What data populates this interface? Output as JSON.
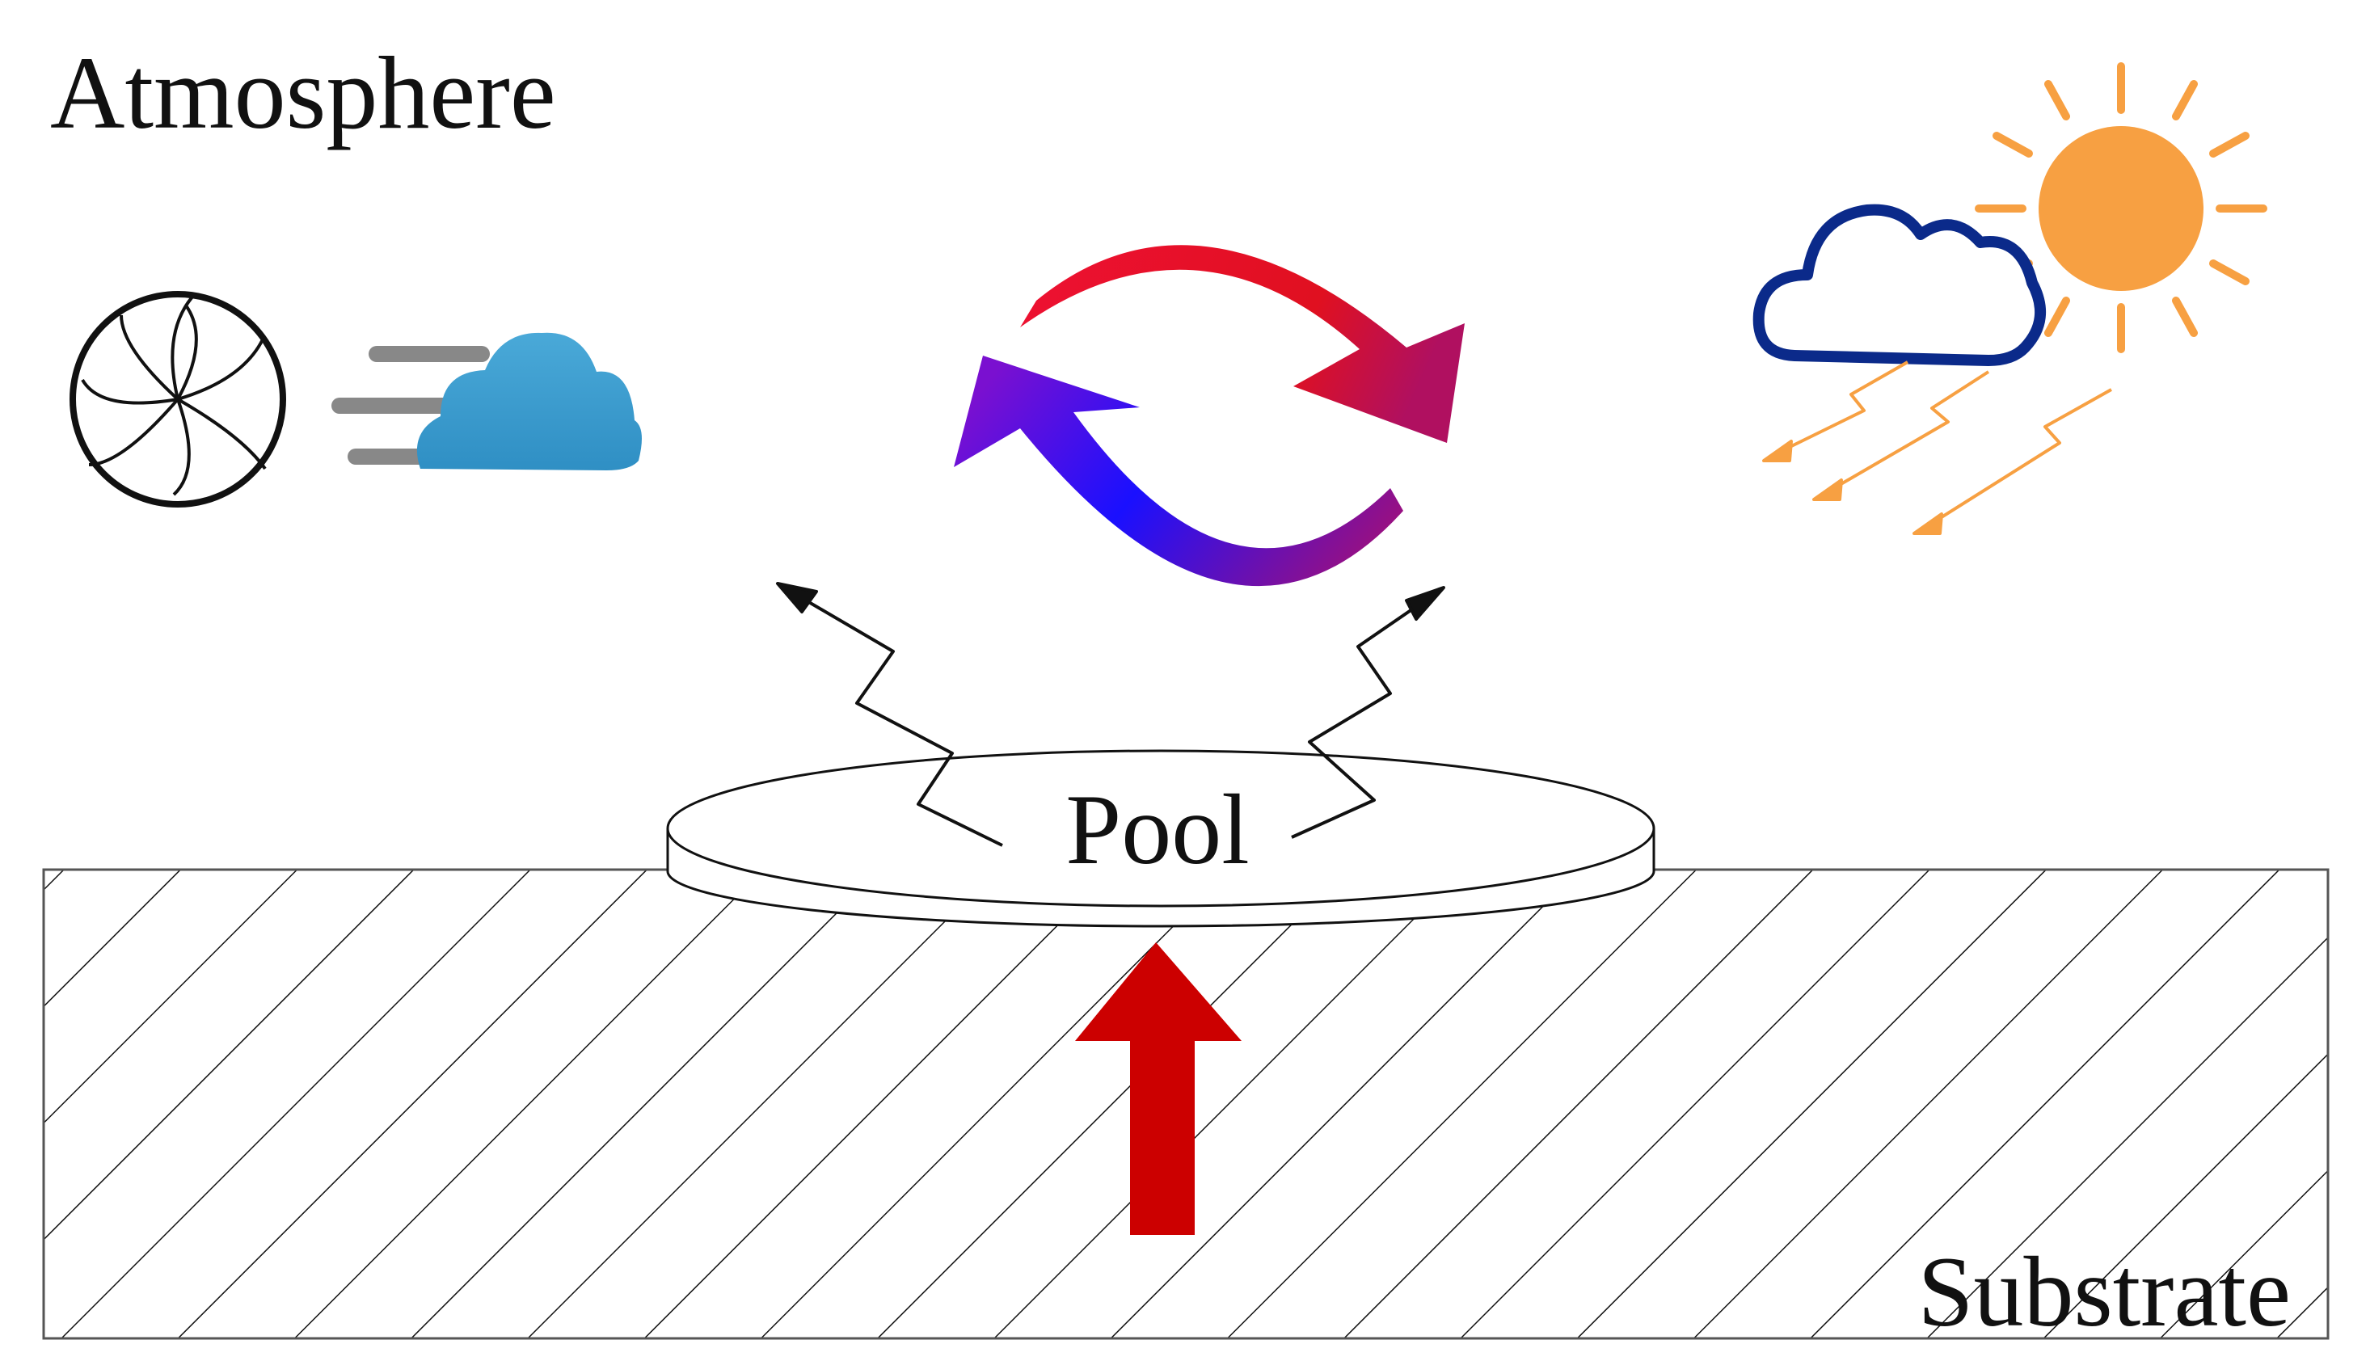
{
  "labels": {
    "atmosphere": "Atmosphere",
    "pool": "Pool",
    "substrate": "Substrate"
  },
  "icons": {
    "fan": "fan-icon",
    "wind": "wind-icon",
    "cycle": "circular-arrows-icon",
    "cloud": "cloud-icon",
    "sun": "sun-icon",
    "radiation": "solar-radiation-arrows-icon",
    "emission": "wavy-emission-arrows-icon",
    "heat": "upward-heat-arrow-icon"
  },
  "colors": {
    "heat_arrow": "#cc0000",
    "sun": "#f7a042",
    "cloud_outline": "#0b2a8a",
    "wind_cloud": "#3a9fd0",
    "cycle_red": "#ee1111",
    "cycle_blue": "#1a10ff",
    "line": "#111111"
  }
}
